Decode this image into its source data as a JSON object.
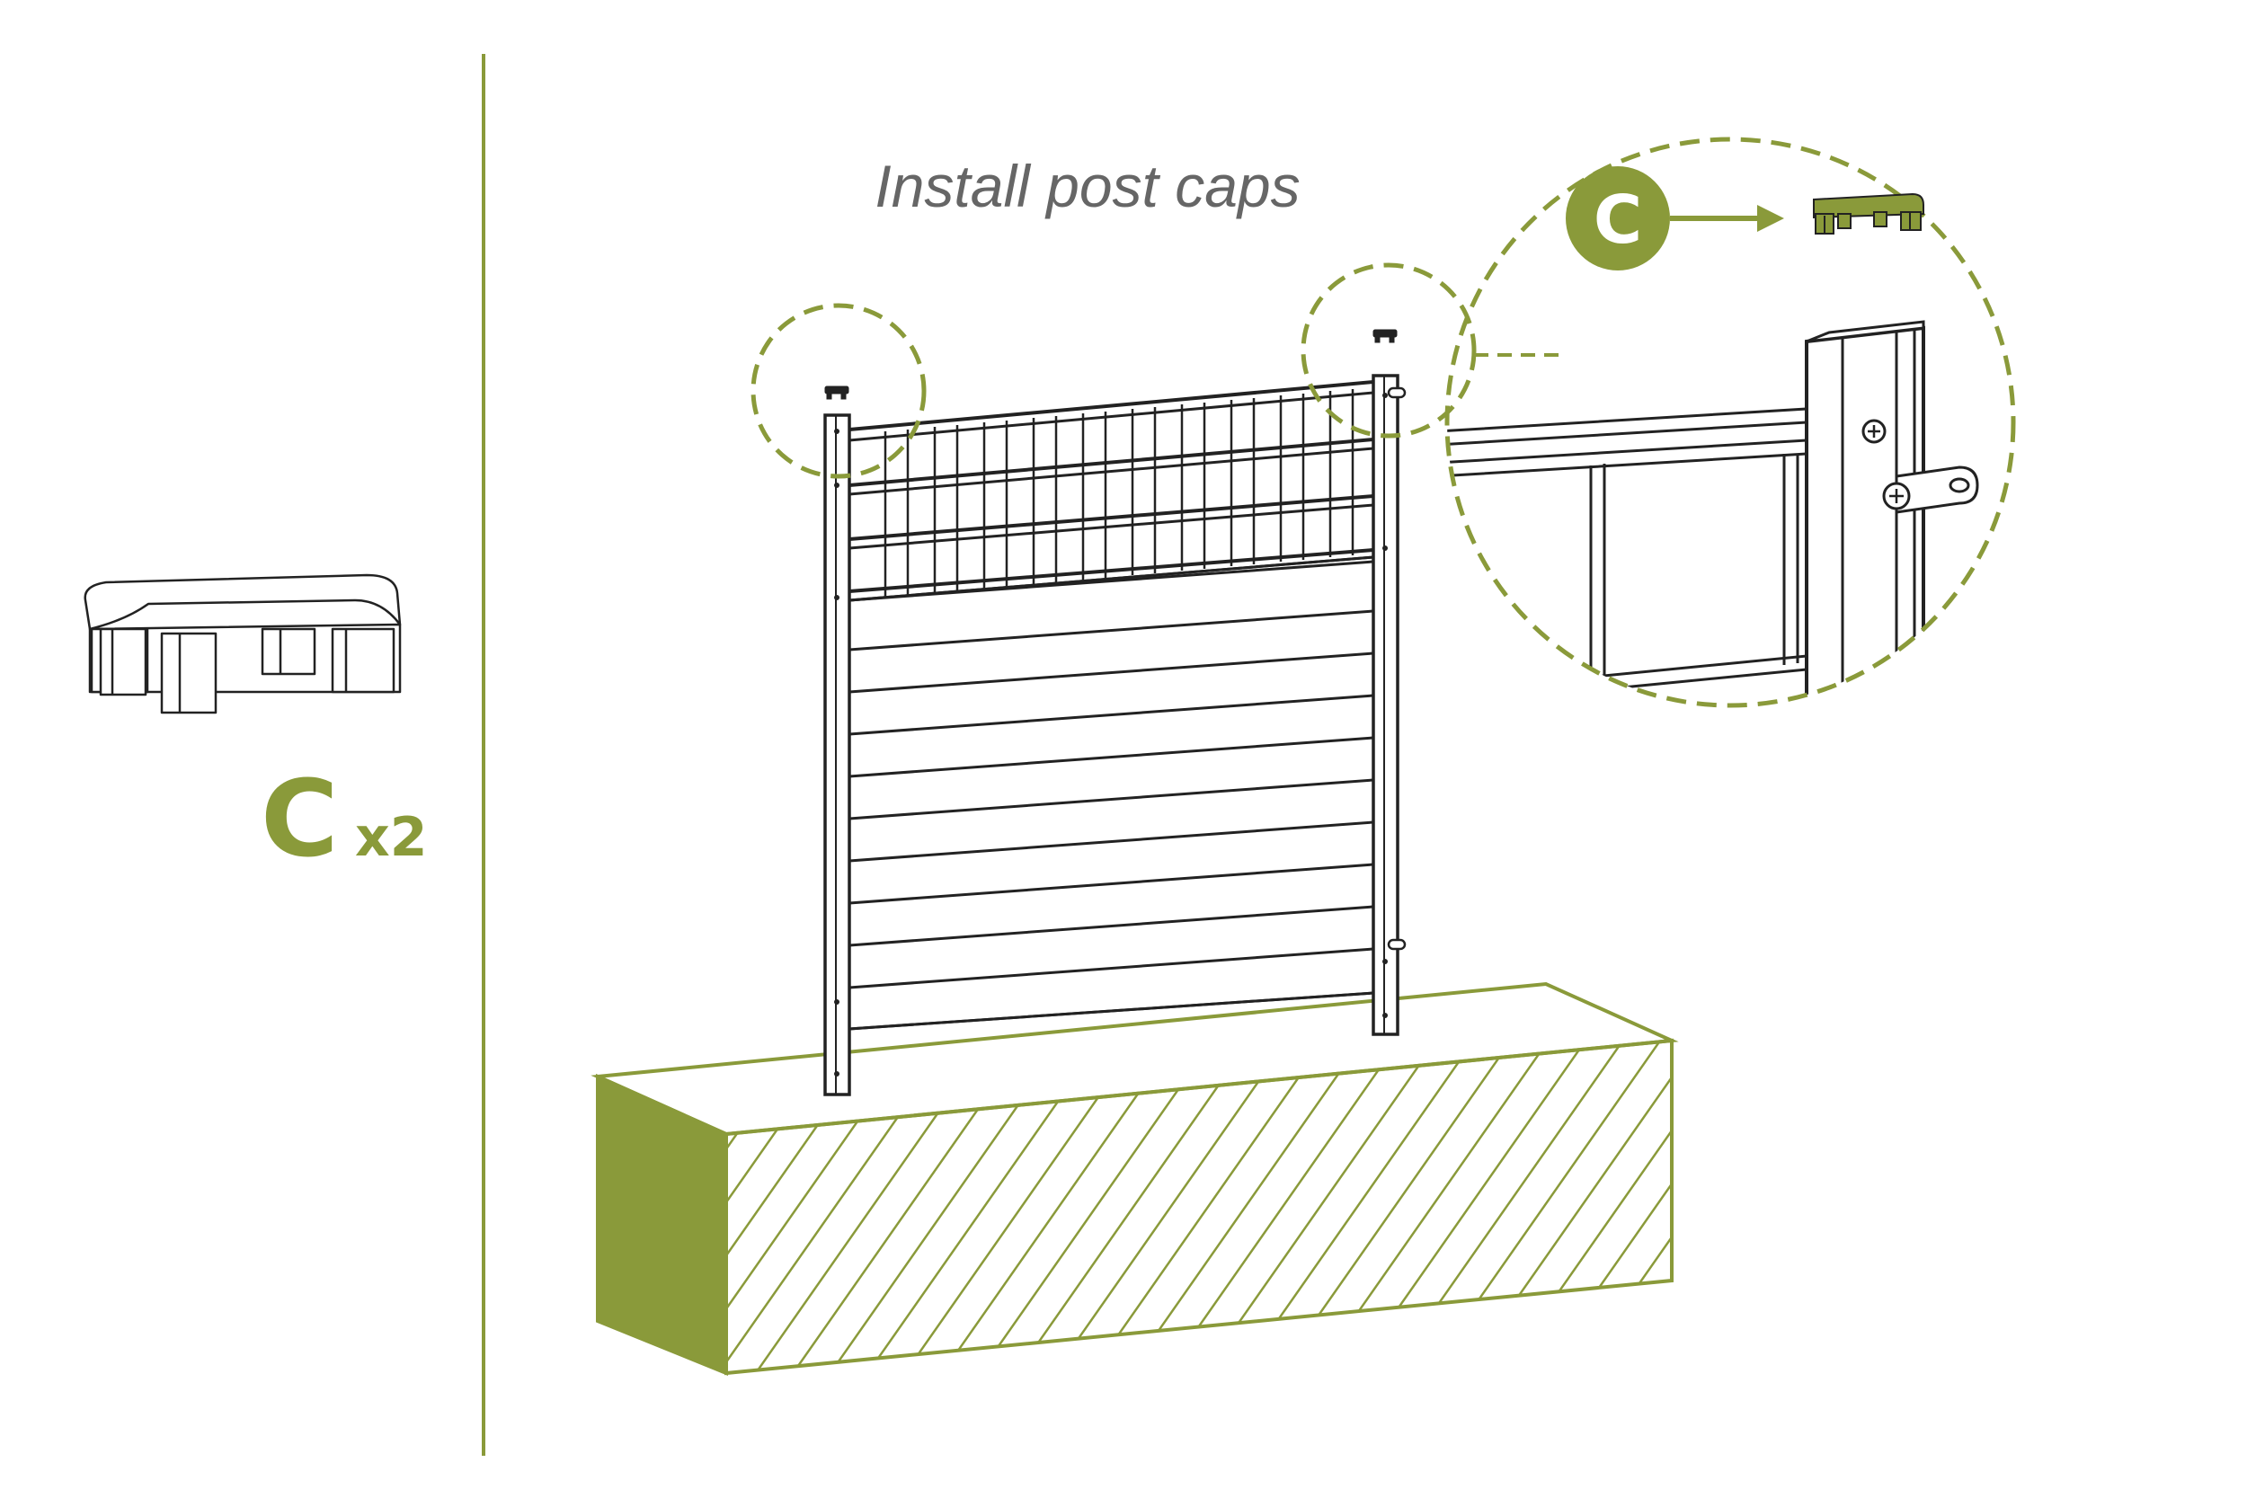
{
  "title": "Install post caps",
  "part": {
    "letter": "C",
    "quantity": "x2"
  },
  "callout": {
    "letter": "C"
  },
  "colors": {
    "accent": "#8a9a3a",
    "ink": "#222222",
    "title": "#666666",
    "background": "#ffffff"
  },
  "icons": {
    "post_cap": "post-cap-icon",
    "arrow": "arrow-right-icon"
  }
}
